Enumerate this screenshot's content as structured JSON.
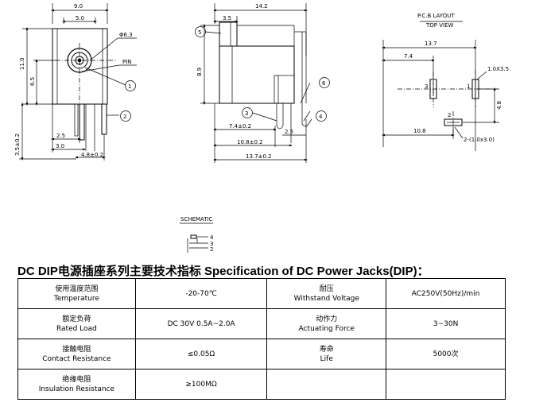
{
  "drawing": {
    "front": {
      "width_total": "9.0",
      "width_inner": "5.0",
      "height_total": "11.0",
      "height_pin": "6.5",
      "diameter": "Φ6.3",
      "pin_label": "PIN",
      "dim_a": "2.5",
      "dim_b": "3.0",
      "dim_c": "4.8±0.2",
      "dim_side": "3.5±0.2"
    },
    "side": {
      "length_total": "14.2",
      "dim_top": "3.5",
      "height": "8.9",
      "dim_a": "7.4±0.2",
      "dim_b": "10.8±0.2",
      "dim_c": "13.7±0.2",
      "dim_d": "2.5"
    },
    "pcb": {
      "title": "P.C.B LAYOUT",
      "subtitle": "TOP VIEW",
      "dim_total": "13.7",
      "dim_a": "7.4",
      "dim_b": "10.8",
      "dim_height": "4.8",
      "slot_a": "1.0X3.5",
      "slot_b": "2-(1.0x3.0)"
    },
    "callouts": [
      "1",
      "2",
      "3",
      "4",
      "5",
      "6"
    ],
    "schematic": {
      "title": "SCHEMATIC",
      "pins": [
        "4",
        "3",
        "2"
      ]
    }
  },
  "spec": {
    "title": "DC DIP电源插座系列主要技术指标 Specification of DC Power Jacks(DIP)：",
    "rows": [
      {
        "l_cn": "使用温度范围",
        "l_en": "Temperature",
        "l_val": "-20-70℃",
        "r_cn": "耐压",
        "r_en": "Withstand Voltage",
        "r_val": "AC250V(50Hz)/min"
      },
      {
        "l_cn": "额定负荷",
        "l_en": "Rated Load",
        "l_val": "DC 30V 0.5A~2.0A",
        "r_cn": "动作力",
        "r_en": "Actuating Force",
        "r_val": "3~30N"
      },
      {
        "l_cn": "接触电阻",
        "l_en": "Contact Resistance",
        "l_val": "≤0.05Ω",
        "r_cn": "寿命",
        "r_en": "Life",
        "r_val": "5000次"
      },
      {
        "l_cn": "绝缘电阻",
        "l_en": "Insulation Resistance",
        "l_val": "≥100MΩ",
        "r_cn": "",
        "r_en": "",
        "r_val": ""
      }
    ]
  }
}
